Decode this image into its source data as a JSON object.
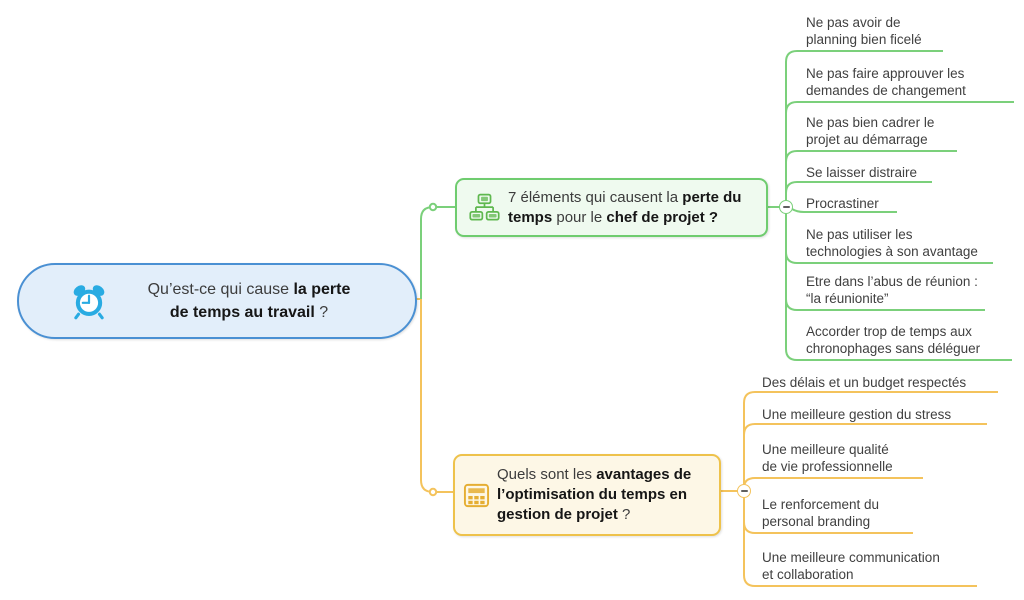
{
  "root": {
    "icon": "alarm-clock-icon",
    "icon_color": "#29abe2",
    "fill": "#e2eefa",
    "border": "#4a90d3",
    "segments": [
      {
        "text": "Qu’est-ce qui cause ",
        "bold": false
      },
      {
        "text": "la perte\nde temps au travail",
        "bold": true
      },
      {
        "text": " ?",
        "bold": false
      }
    ]
  },
  "branches": [
    {
      "name": "causes",
      "line_color": "#7bd07b",
      "collapse_icon": "minus",
      "node": {
        "icon": "network-computers-icon",
        "icon_color": "#5fb84f",
        "fill": "#effaef",
        "border": "#6fcc6f",
        "segments": [
          {
            "text": "7 éléments qui causent la ",
            "bold": false
          },
          {
            "text": "perte du\ntemps",
            "bold": true
          },
          {
            "text": " pour le ",
            "bold": false
          },
          {
            "text": "chef de projet ?",
            "bold": true
          }
        ]
      },
      "children": [
        {
          "label": "Ne pas avoir de\nplanning bien ficelé"
        },
        {
          "label": "Ne pas faire approuver les\ndemandes de changement"
        },
        {
          "label": "Ne pas bien cadrer le\nprojet au démarrage"
        },
        {
          "label": "Se laisser distraire"
        },
        {
          "label": "Procrastiner"
        },
        {
          "label": "Ne pas utiliser les\ntechnologies à son avantage"
        },
        {
          "label": "Etre dans l’abus de réunion :\n“la réunionite”"
        },
        {
          "label": "Accorder trop de temps aux\nchronophages sans déléguer"
        }
      ]
    },
    {
      "name": "avantages",
      "line_color": "#f4c35c",
      "collapse_icon": "minus",
      "node": {
        "icon": "table-grid-icon",
        "icon_color": "#e5ae33",
        "fill": "#fdf7e6",
        "border": "#eec24b",
        "segments": [
          {
            "text": "Quels sont les ",
            "bold": false
          },
          {
            "text": "avantages de\nl’optimisation du temps en\ngestion de projet",
            "bold": true
          },
          {
            "text": " ?",
            "bold": false
          }
        ]
      },
      "children": [
        {
          "label": "Des délais et un budget respectés"
        },
        {
          "label": "Une meilleure gestion du stress"
        },
        {
          "label": "Une meilleure qualité\nde vie professionnelle"
        },
        {
          "label": "Le renforcement du\npersonal branding"
        },
        {
          "label": "Une meilleure communication\net collaboration"
        }
      ]
    }
  ]
}
